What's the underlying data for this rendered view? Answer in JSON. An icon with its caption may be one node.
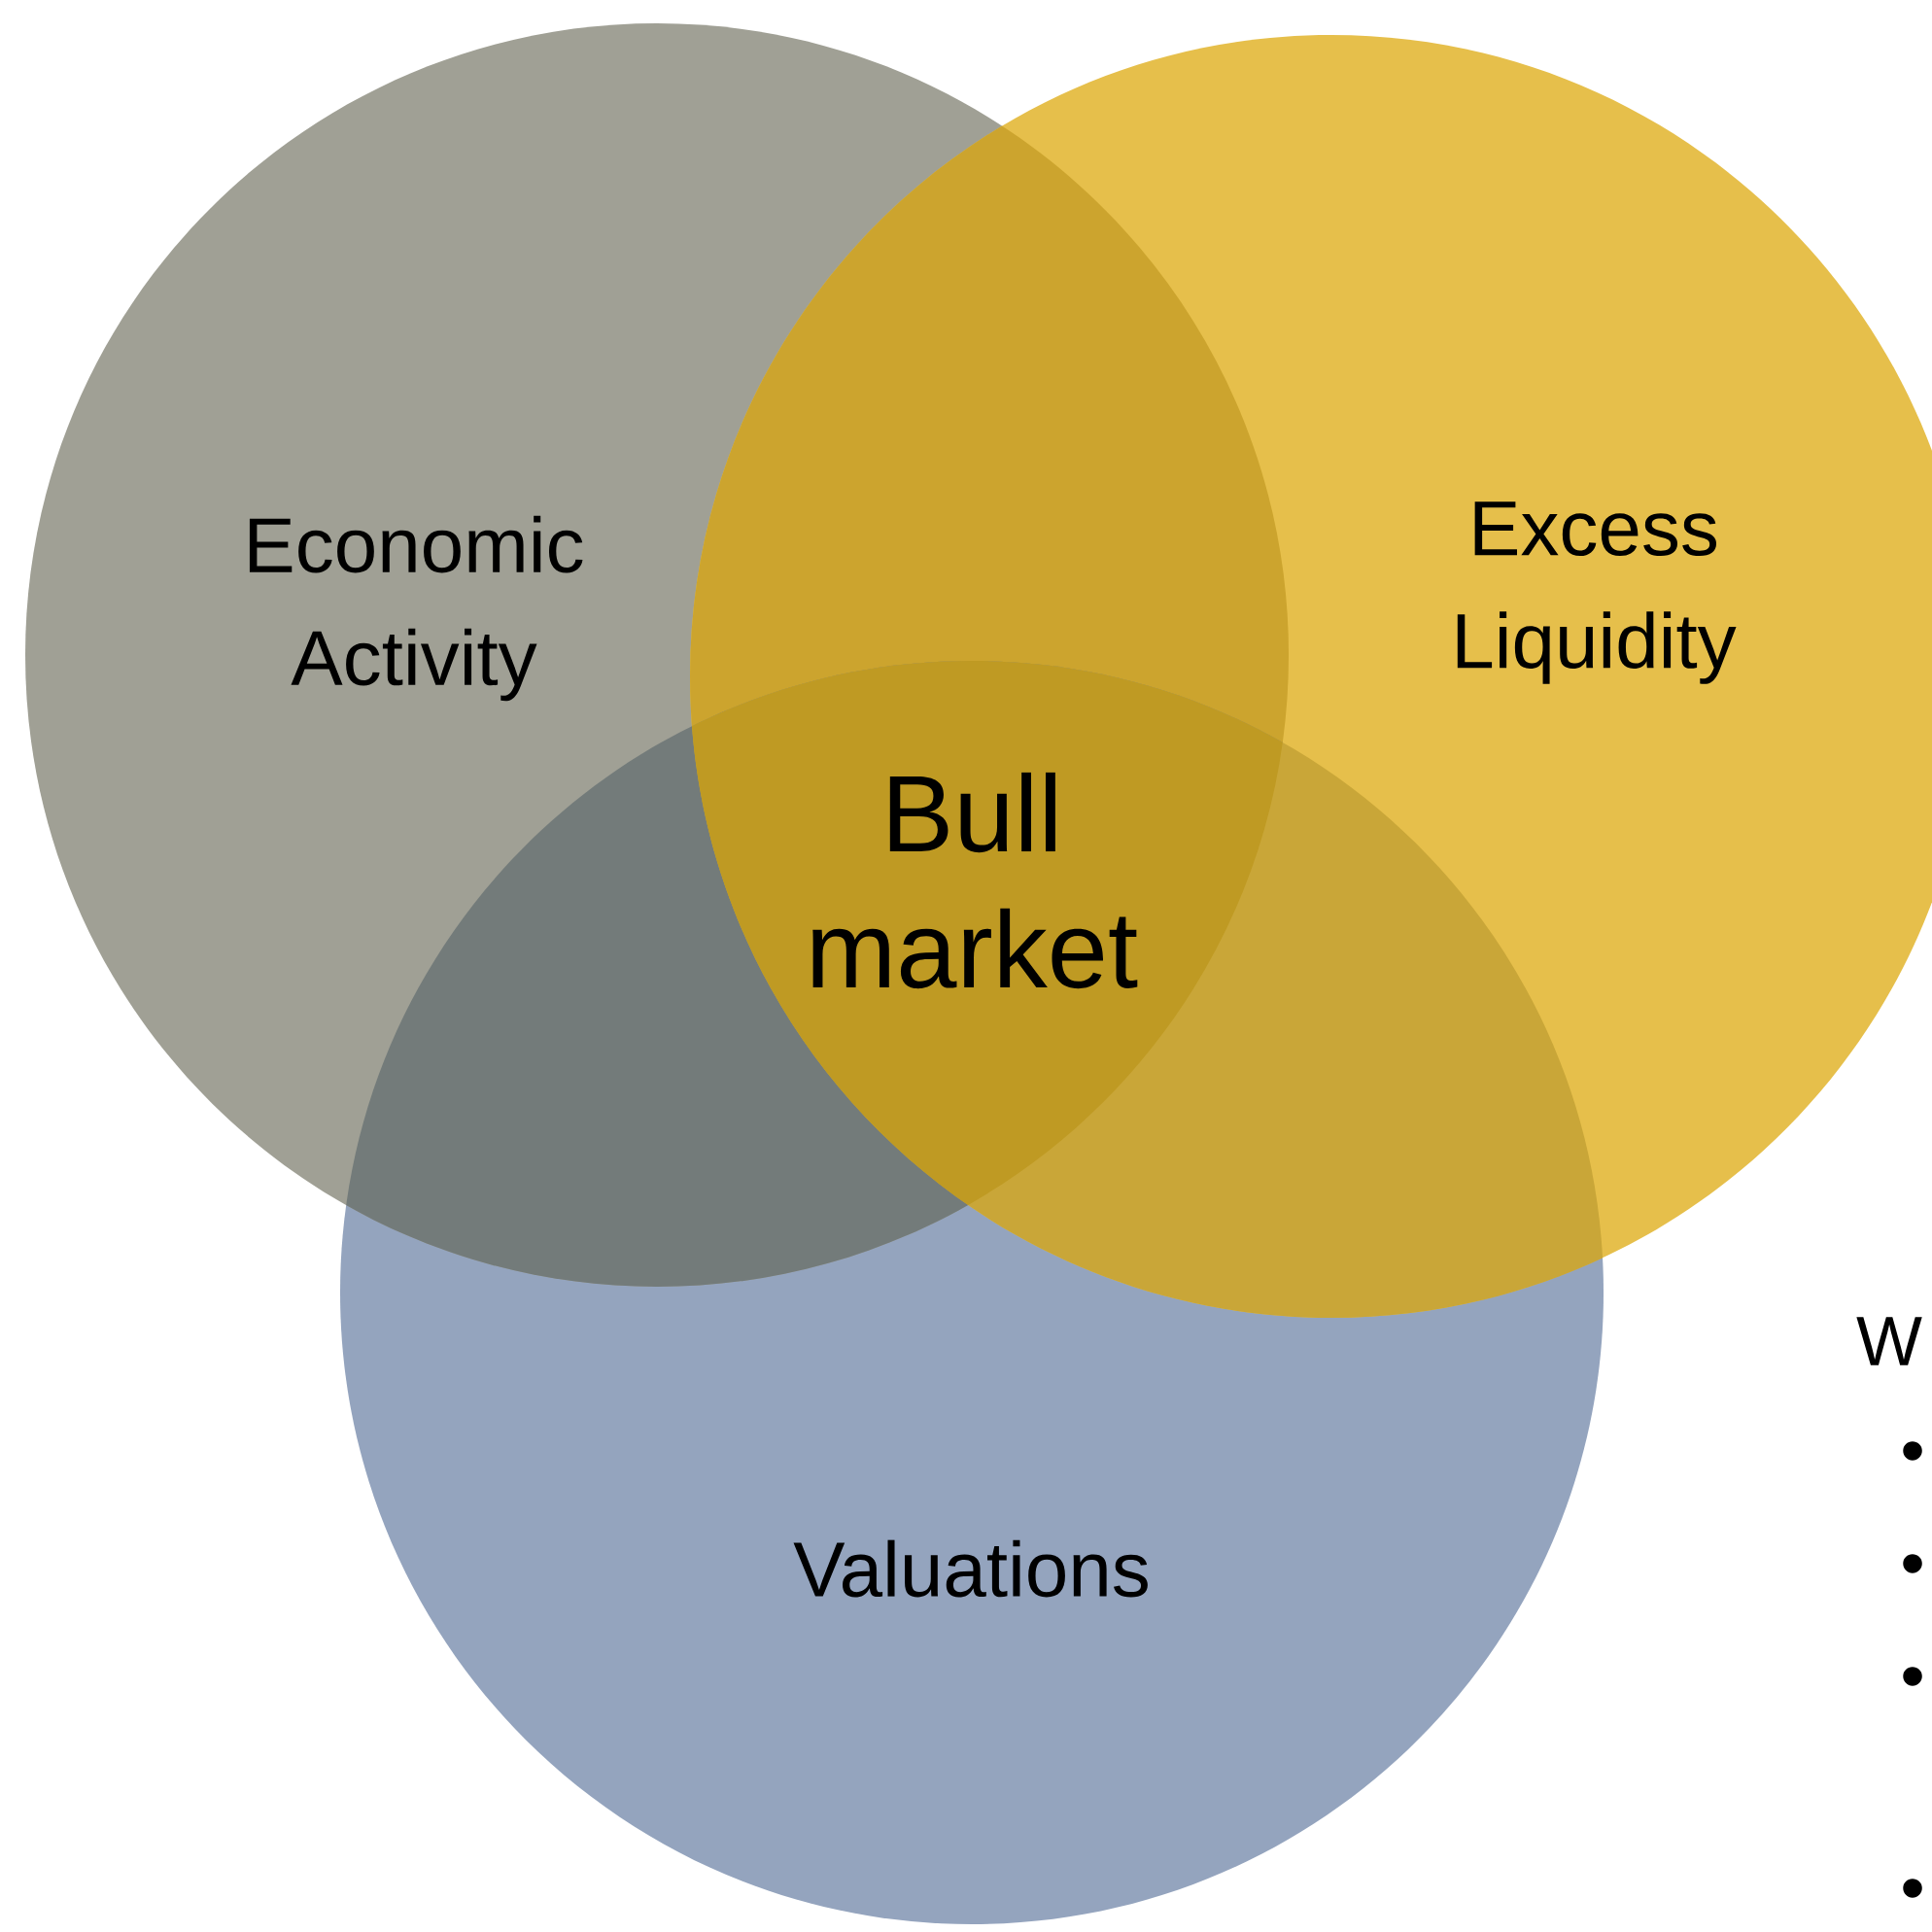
{
  "diagram": {
    "nodes": [
      {
        "text": [
          "Economic Activity"
        ]
      },
      {
        "text": [
          "Excess Liquidity"
        ]
      },
      {
        "text": [
          "Valuations"
        ]
      }
    ],
    "labels": [
      "Bull market",
      "W",
      "•",
      "•",
      "•",
      "•"
    ]
  }
}
